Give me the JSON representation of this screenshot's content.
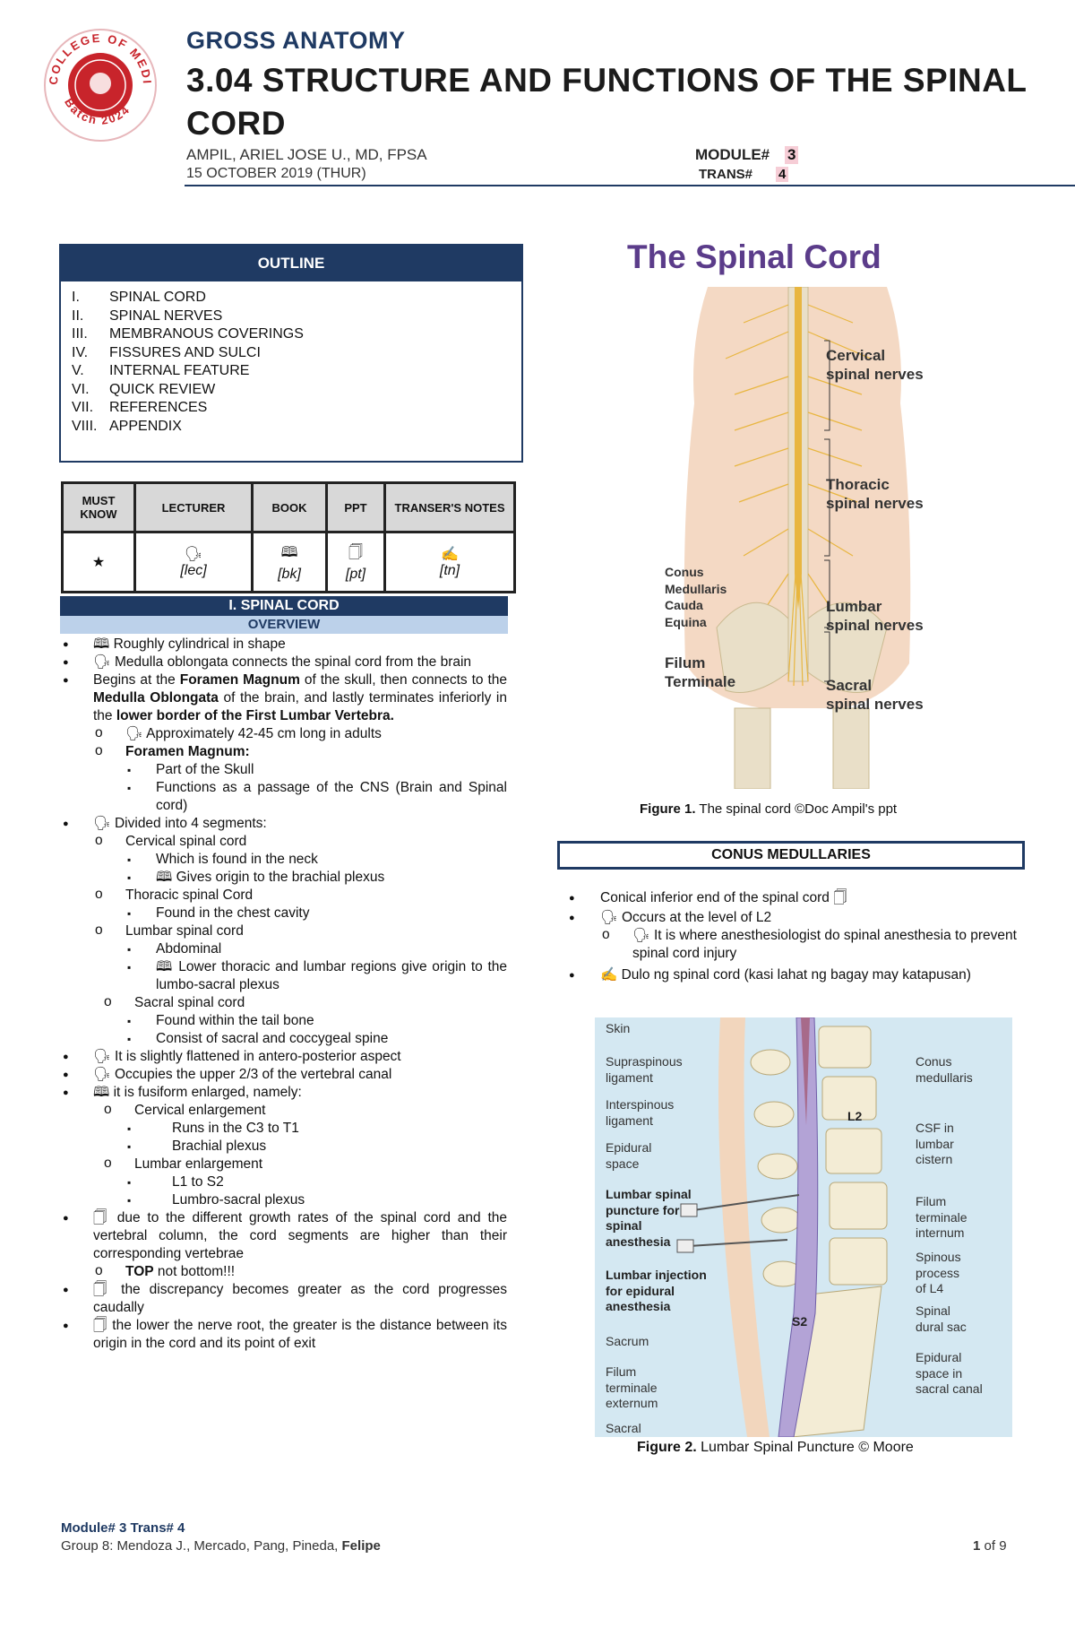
{
  "header": {
    "logo": {
      "ring_text_top": "COLLEGE OF MEDICINE",
      "ring_text_bottom": "Batch 2024",
      "colors": {
        "ring": "#c8242b",
        "inner": "#c8242b"
      }
    },
    "course": "GROSS ANATOMY",
    "title_line1": "3.04 STRUCTURE AND FUNCTIONS OF THE SPINAL",
    "title_line2": "CORD",
    "lecturer": "AMPIL, ARIEL JOSE U., MD, FPSA",
    "date": "15 OCTOBER 2019 (THUR)",
    "module_label": "MODULE#",
    "module_value": "3",
    "trans_label": "TRANS#",
    "trans_value": "4",
    "colors": {
      "navy": "#1f3a63",
      "highlight": "#f6cdd6"
    }
  },
  "outline": {
    "heading": "OUTLINE",
    "items": [
      {
        "num": "I.",
        "text": "SPINAL CORD"
      },
      {
        "num": "II.",
        "text": "SPINAL NERVES"
      },
      {
        "num": "III.",
        "text": "MEMBRANOUS COVERINGS"
      },
      {
        "num": "IV.",
        "text": "FISSURES AND SULCI"
      },
      {
        "num": "V.",
        "text": "INTERNAL FEATURE"
      },
      {
        "num": "VI.",
        "text": "QUICK REVIEW"
      },
      {
        "num": "VII.",
        "text": "REFERENCES"
      },
      {
        "num": "VIII.",
        "text": "APPENDIX"
      }
    ]
  },
  "legend": {
    "headers": [
      "MUST KNOW",
      "LECTURER",
      "BOOK",
      "PPT",
      "TRANSER'S NOTES"
    ],
    "symbols": [
      "★",
      "🗣",
      "🕮",
      "🗍",
      "✍"
    ],
    "codes": [
      "",
      "[lec]",
      "[bk]",
      "[pt]",
      "[tn]"
    ]
  },
  "section": {
    "title": "I. SPINAL CORD",
    "subtitle": "OVERVIEW"
  },
  "body_left": {
    "l1": "🕮 Roughly cylindrical in shape",
    "l2": "🗣 Medulla oblongata connects the spinal cord from the brain",
    "l3_a": "Begins at the ",
    "l3_b": "Foramen Magnum",
    "l3_c": " of the skull, then connects to the ",
    "l3_d": "Medulla Oblongata",
    "l3_e": " of the brain, and lastly terminates inferiorly in the ",
    "l3_f": "lower border of the First Lumbar Vertebra.",
    "l3_s1": "🗣 Approximately 42-45 cm long in adults",
    "l3_s2": "Foramen Magnum:",
    "l3_s2_a": "Part of the Skull",
    "l3_s2_b": "Functions as a passage of the CNS (Brain and Spinal cord)",
    "l4": "🗣 Divided into 4 segments:",
    "l4_s1": "Cervical spinal cord",
    "l4_s1_a": "Which is found in the neck",
    "l4_s1_b": "🕮 Gives origin to the brachial plexus",
    "l4_s2": "Thoracic spinal Cord",
    "l4_s2_a": "Found in the chest cavity",
    "l4_s3": "Lumbar spinal cord",
    "l4_s3_a": "Abdominal",
    "l4_s3_b": "🕮 Lower thoracic and lumbar regions give origin to the lumbo-sacral plexus",
    "l4_s4": "Sacral spinal cord",
    "l4_s4_a": "Found within the tail bone",
    "l4_s4_b": "Consist of sacral and coccygeal spine",
    "l5": "🗣 It is slightly flattened in antero-posterior aspect",
    "l6": "🗣 Occupies the upper 2/3 of the vertebral canal",
    "l7": "🕮 it is fusiform enlarged, namely:",
    "l7_s1": "Cervical enlargement",
    "l7_s1_a": "Runs in the C3 to T1",
    "l7_s1_b": "Brachial plexus",
    "l7_s2": "Lumbar enlargement",
    "l7_s2_a": "L1 to S2",
    "l7_s2_b": "Lumbro-sacral plexus",
    "l8": "🗍 due to the different growth rates of the spinal cord and the vertebral column, the cord segments are higher than their corresponding vertebrae",
    "l8_s1_a": "TOP",
    "l8_s1_b": " not bottom!!!",
    "l9": "🗍 the discrepancy becomes greater as the cord progresses caudally",
    "l10": "🗍 the lower the nerve root, the greater is the distance between its origin in the cord and its point of exit"
  },
  "figure1": {
    "title": "The Spinal Cord",
    "labels": {
      "cervical": [
        "Cervical",
        "spinal nerves"
      ],
      "thoracic": [
        "Thoracic",
        "spinal nerves"
      ],
      "lumbar": [
        "Lumbar",
        "spinal nerves"
      ],
      "sacral": [
        "Sacral",
        "spinal nerves"
      ],
      "conus": [
        "Conus",
        "Medullaris",
        "Cauda",
        "Equina"
      ],
      "filum": [
        "Filum",
        "Terminale"
      ]
    },
    "caption_bold": "Figure 1.",
    "caption_text": " The spinal cord ©Doc Ampil's ppt"
  },
  "conus": {
    "heading": "CONUS MEDULLARIES",
    "r1": "Conical inferior end of the spinal cord 🗍",
    "r2": "🗣 Occurs at the level of L2",
    "r2_s1": "🗣 It is where anesthesiologist do spinal anesthesia to prevent spinal cord injury",
    "r3": "✍ Dulo ng spinal cord (kasi lahat ng bagay may katapusan)"
  },
  "figure2": {
    "left_labels": [
      [
        "Skin"
      ],
      [
        "Supraspinous",
        "ligament"
      ],
      [
        "Interspinous",
        "ligament"
      ],
      [
        "Epidural",
        "space"
      ],
      [
        "Lumbar spinal",
        "puncture for",
        "spinal",
        "anesthesia"
      ],
      [
        "Lumbar injection",
        "for epidural",
        "anesthesia"
      ],
      [
        "Sacrum"
      ],
      [
        "Filum",
        "terminale",
        "externum"
      ],
      [
        "Sacral"
      ]
    ],
    "right_labels": [
      [
        "Conus",
        "medullaris"
      ],
      [
        "CSF in",
        "lumbar",
        "cistern"
      ],
      [
        "Filum",
        "terminale",
        "internum"
      ],
      [
        "Spinous",
        "process",
        "of L4"
      ],
      [
        "Spinal",
        "dural sac"
      ],
      [
        "Epidural",
        "space in",
        "sacral canal"
      ]
    ],
    "l2": "L2",
    "s2": "S2",
    "caption_bold": "Figure 2.",
    "caption_text": " Lumbar Spinal Puncture © Moore"
  },
  "footer": {
    "module": "Module# 3 Trans# 4",
    "group_a": "Group 8: Mendoza J., Mercado, Pang, Pineda, ",
    "group_b": "Felipe",
    "page_a": "1",
    "page_b": " of 9"
  }
}
